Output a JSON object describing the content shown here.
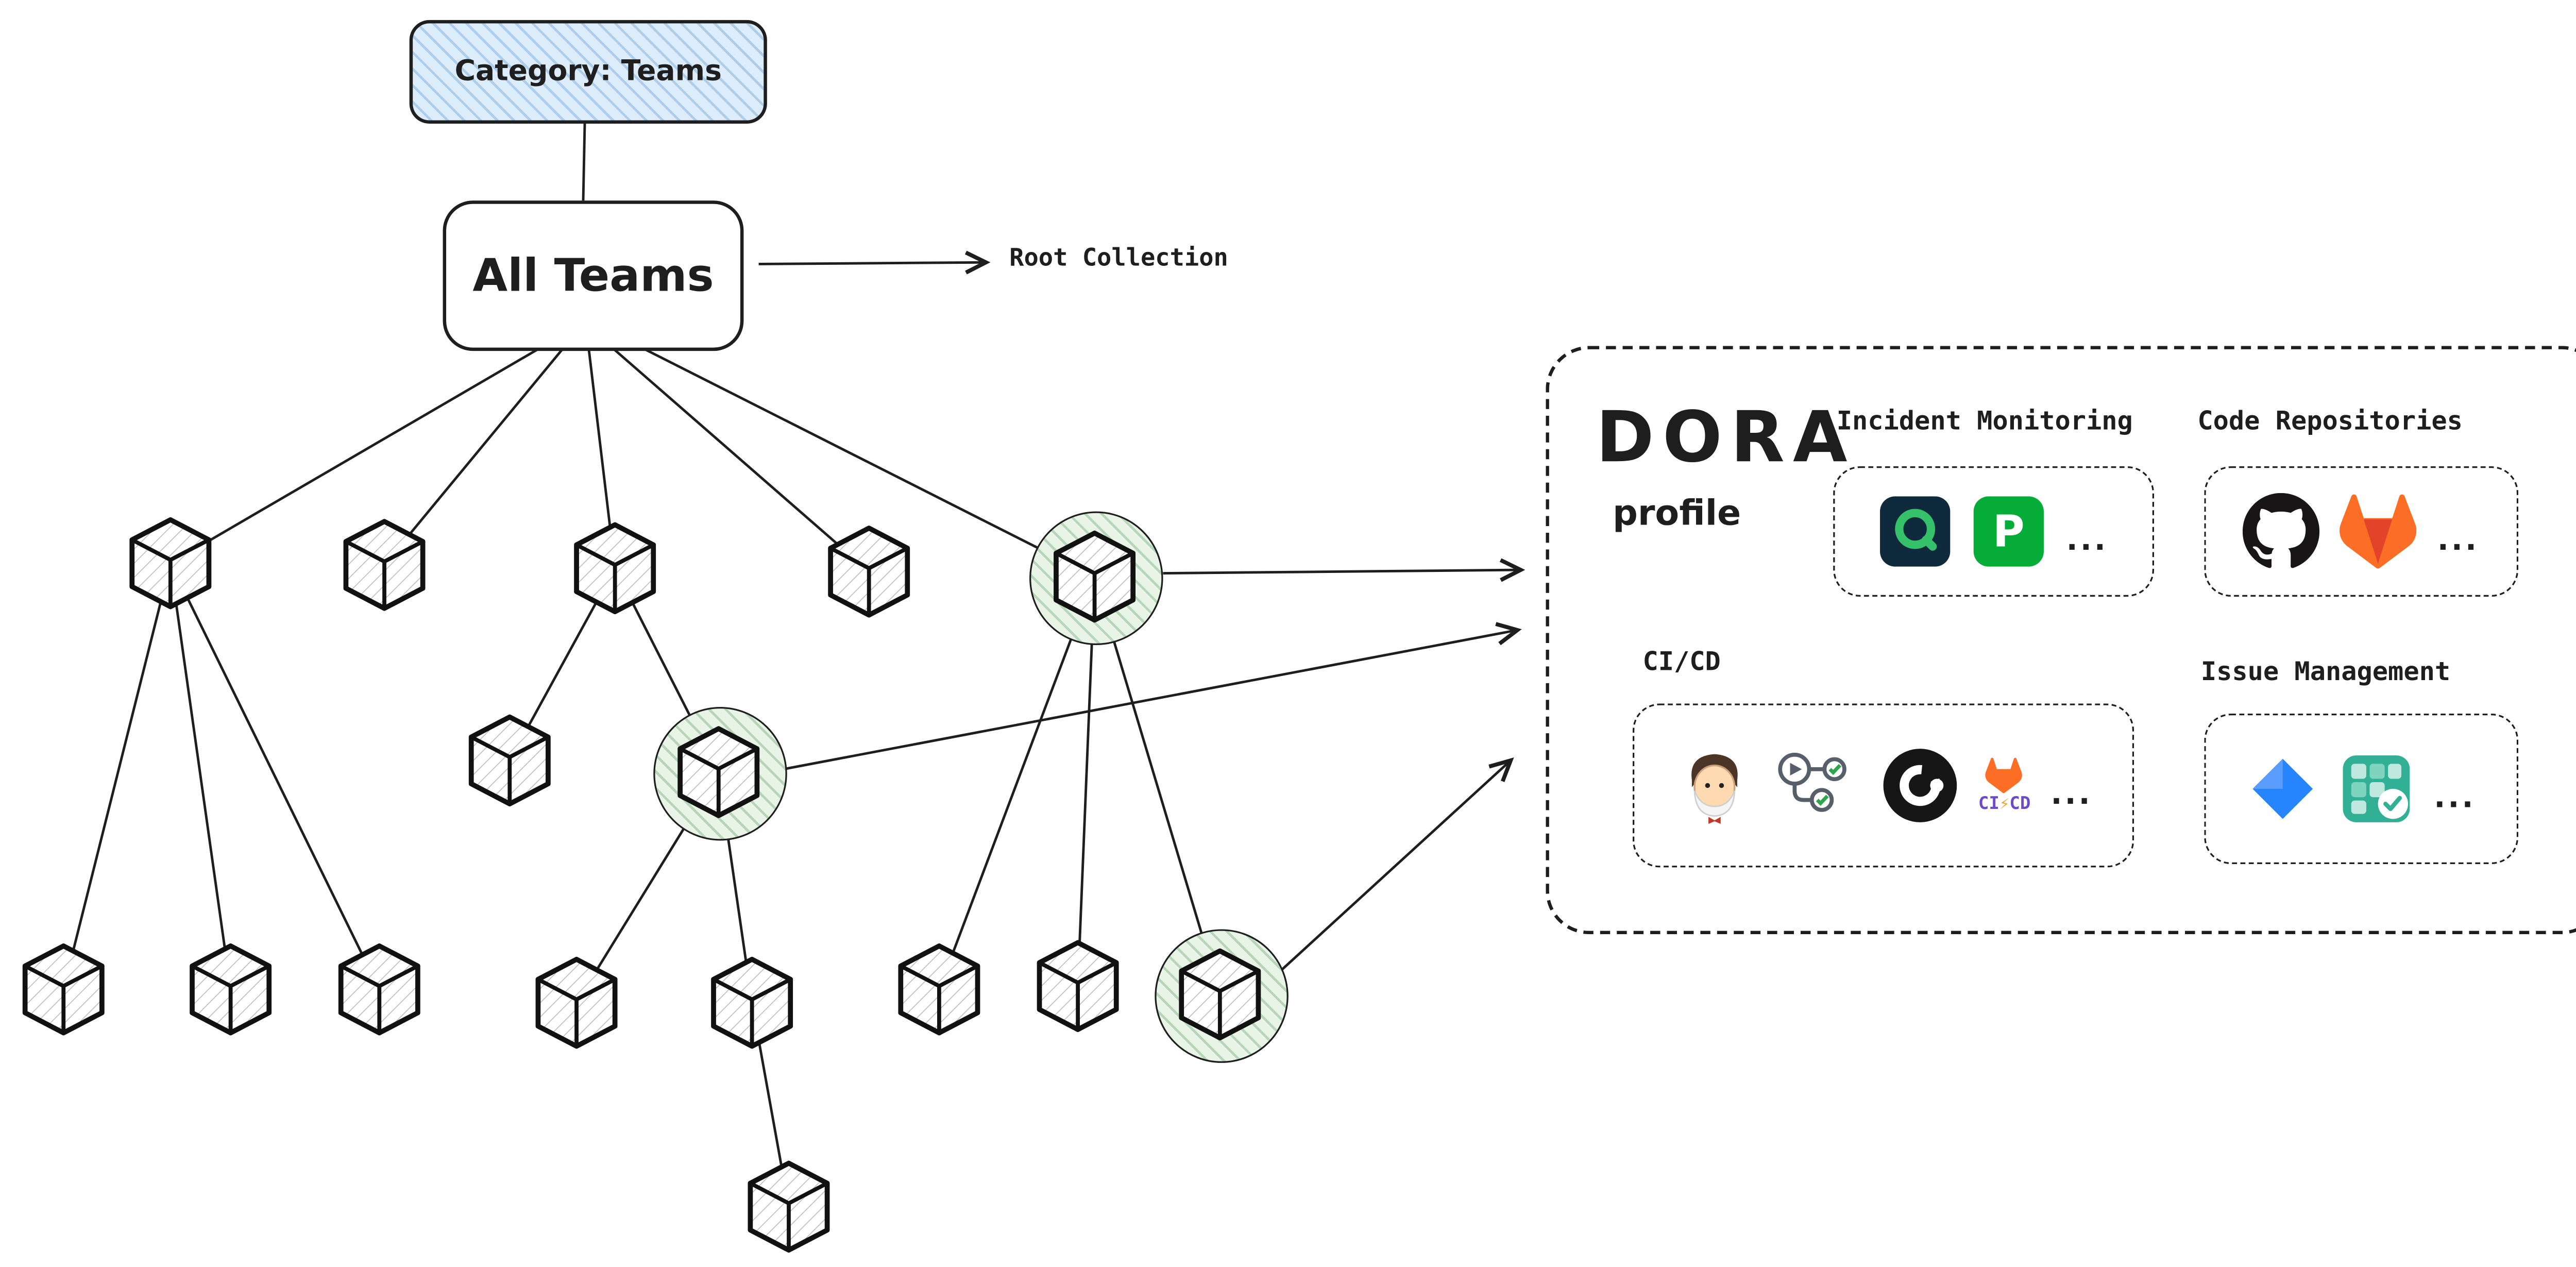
{
  "diagram": {
    "category_label": "Category: Teams",
    "root_label": "All Teams",
    "root_annotation": "Root Collection"
  },
  "panel": {
    "title": "DORA",
    "subtitle": "profile",
    "incident": {
      "label": "Incident Monitoring",
      "more": "...",
      "pagerduty_letter": "P",
      "icons": [
        "opsgenie-icon",
        "pagerduty-icon"
      ]
    },
    "repos": {
      "label": "Code Repositories",
      "more": "...",
      "icons": [
        "github-icon",
        "gitlab-icon"
      ]
    },
    "cicd": {
      "label": "CI/CD",
      "more": "...",
      "gitlab_ci": "CI",
      "gitlab_bolt": "⚡",
      "gitlab_cd": "CD",
      "icons": [
        "jenkins-icon",
        "github-actions-icon",
        "circleci-icon",
        "gitlab-cicd-icon"
      ]
    },
    "issues": {
      "label": "Issue Management",
      "more": "...",
      "icons": [
        "jira-icon",
        "task-board-icon"
      ]
    }
  },
  "tree": {
    "total_nodes": 16,
    "highlighted_nodes": 3,
    "nodes": [
      {
        "id": "team-1",
        "highlighted": false
      },
      {
        "id": "team-2",
        "highlighted": false
      },
      {
        "id": "team-3",
        "highlighted": false
      },
      {
        "id": "team-4",
        "highlighted": false
      },
      {
        "id": "team-5",
        "highlighted": true
      },
      {
        "id": "team-3-1",
        "highlighted": false
      },
      {
        "id": "team-3-2",
        "highlighted": true
      },
      {
        "id": "team-1-1",
        "highlighted": false
      },
      {
        "id": "team-1-2",
        "highlighted": false
      },
      {
        "id": "team-1-3",
        "highlighted": false
      },
      {
        "id": "team-3-2-1",
        "highlighted": false
      },
      {
        "id": "team-3-2-2",
        "highlighted": false
      },
      {
        "id": "team-3-2-2-1",
        "highlighted": false
      },
      {
        "id": "team-5-1",
        "highlighted": false
      },
      {
        "id": "team-5-2",
        "highlighted": false
      },
      {
        "id": "team-5-3",
        "highlighted": true
      }
    ]
  },
  "colors": {
    "ink": "#1e1e1e",
    "category_fill": "#dcecfa",
    "highlight_fill": "#e7f4e6",
    "pagerduty_green": "#06ac38",
    "opsgenie_green": "#35c06a",
    "gitlab_orange": "#fc6d26",
    "jira_blue": "#2684ff",
    "board_teal": "#31b095"
  }
}
